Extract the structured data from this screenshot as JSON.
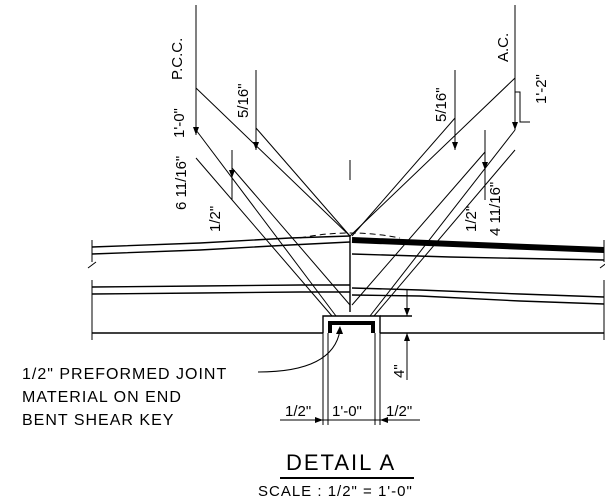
{
  "labels": {
    "pcc": "P.C.C.",
    "ac": "A.C.",
    "pcc_depth": "1'-0\"",
    "pcc_offset": "5/16\"",
    "pcc_slab": "6 11/16\"",
    "pcc_half": "1/2\"",
    "ac_offset": "5/16\"",
    "ac_depth": "1'-2\"",
    "ac_half": "1/2\"",
    "ac_slab": "4 11/16\"",
    "key_height": "4\"",
    "bottom_left": "1/2\"",
    "bottom_center": "1'-0\"",
    "bottom_right": "1/2\""
  },
  "note": {
    "line1": "1/2\" PREFORMED JOINT",
    "line2": "MATERIAL ON END",
    "line3": "BENT SHEAR KEY"
  },
  "title": {
    "main": "DETAIL A",
    "scale": "SCALE : 1/2\" = 1'-0\""
  }
}
